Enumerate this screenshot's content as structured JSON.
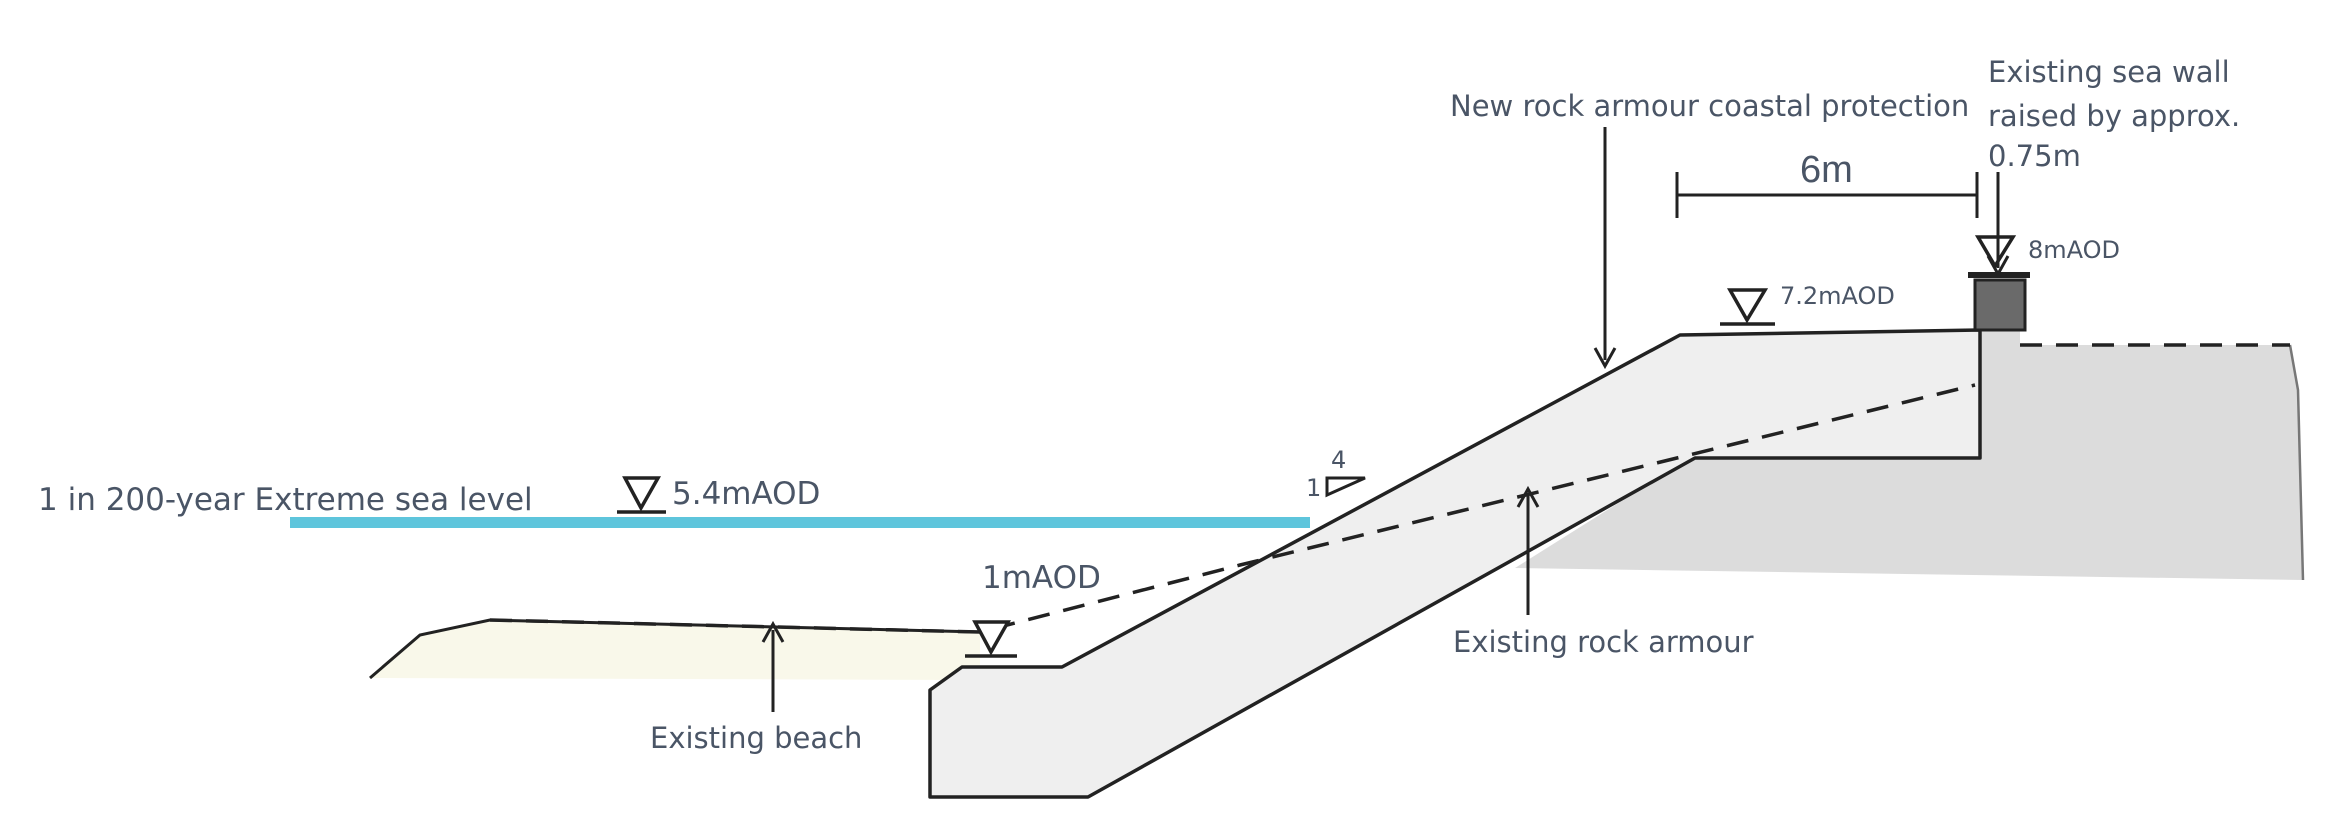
{
  "labels": {
    "sea_level": "1 in 200-year Extreme sea level",
    "sea_level_value": "5.4mAOD",
    "low_level": "1mAOD",
    "crest_level": "7.2mAOD",
    "wall_level": "8mAOD",
    "slope_rise": "1",
    "slope_run": "4",
    "width_dimension": "6m",
    "new_armour": "New rock armour coastal protection",
    "sea_wall_line1": "Existing sea wall",
    "sea_wall_line2": "raised by approx.",
    "sea_wall_line3": "0.75m",
    "existing_armour": "Existing rock armour",
    "existing_beach": "Existing beach"
  },
  "colors": {
    "sea": "#5ec5dc",
    "rock_fill": "#efefef",
    "ground_fill": "#dcdcdc",
    "beach_fill": "#f9f8ea",
    "wall_fill": "#6a6a6a",
    "text": "#4a5566"
  }
}
